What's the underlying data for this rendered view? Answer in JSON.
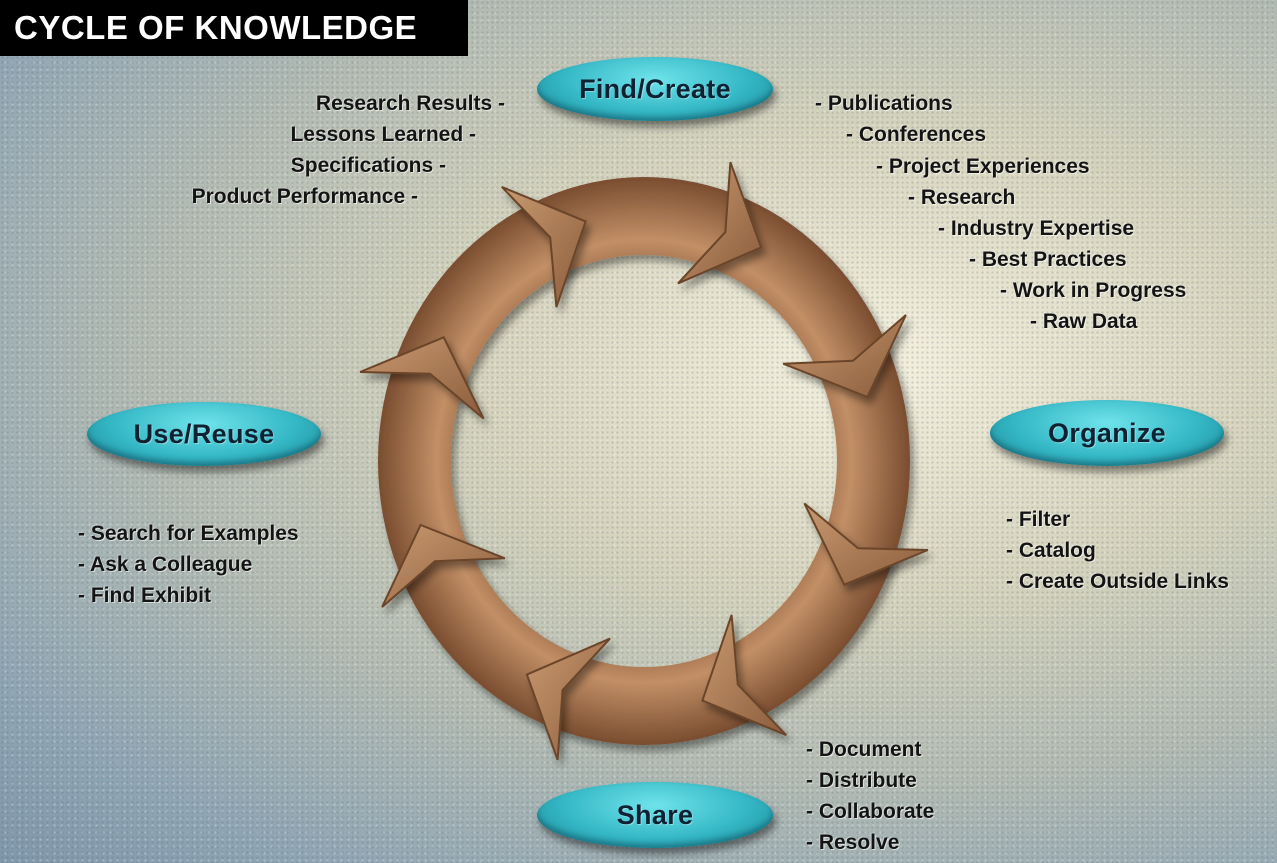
{
  "title": "CYCLE OF KNOWLEDGE",
  "stages": {
    "find_create": "Find/Create",
    "organize": "Organize",
    "share": "Share",
    "use_reuse": "Use/Reuse"
  },
  "lists": {
    "find_create_left": [
      "Research Results -",
      "Lessons Learned -",
      "Specifications -",
      "Product Performance -"
    ],
    "find_create_right": [
      "- Publications",
      "- Conferences",
      "- Project Experiences",
      "- Research",
      "- Industry Expertise",
      "- Best Practices",
      "- Work in Progress",
      "- Raw Data"
    ],
    "organize": [
      "- Filter",
      "- Catalog",
      "- Create Outside Links"
    ],
    "share": [
      "- Document",
      "- Distribute",
      "- Collaborate",
      "- Resolve"
    ],
    "use_reuse": [
      "- Search for Examples",
      "- Ask a Colleague",
      "- Find Exhibit"
    ]
  },
  "colors": {
    "ring": "#9a6a48",
    "ring_highlight": "#c8956c",
    "arrow": "#a8774f",
    "pill": "#35b8c6"
  }
}
